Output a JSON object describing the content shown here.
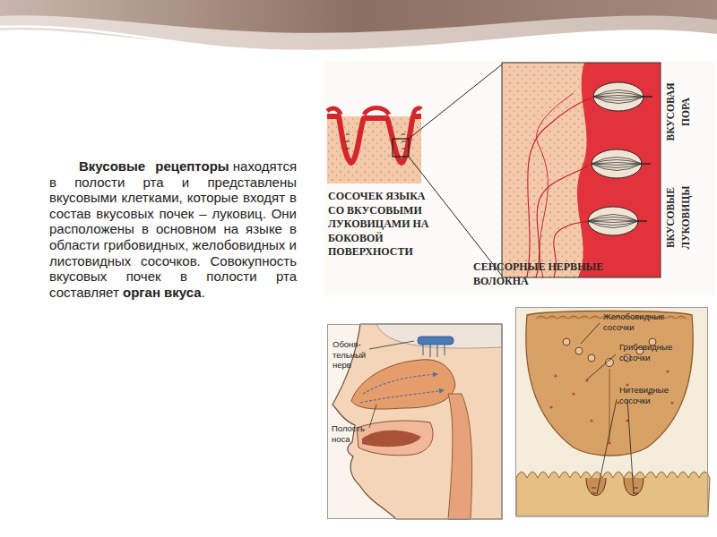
{
  "diagram": {
    "nodes": [
      {
        "text": [
          "Обоня- тельный нерв",
          "Полость носа"
        ]
      },
      {
        "text": [
          "Желобовидные сосочки",
          "Грибовидные сосочки",
          "Нитевидные сосочки"
        ]
      }
    ],
    "labels": [
      "Вкусовые рецепторы",
      "находятся в полости рта и представлены вкусовыми клетками, которые входят в состав вкусовых почек – луковиц. Они расположены в основном на языке в области грибовидных, желобовидных и листовидных сосочков. Совокупность вкусовых почек в полости рта составляет",
      "орган вкуса",
      ".",
      "СОСОЧЕК ЯЗЫКА СО ВКУСОВЫМИ ЛУКОВИЦАМИ НА БОКОВОЙ ПОВЕРХНОСТИ",
      "СЕНСОРНЫЕ НЕРВНЫЕ ВОЛОКНА",
      "ВКУСОВАЯ ПОРА",
      "ВКУСОВЫЕ ЛУКОВИЦЫ"
    ]
  }
}
